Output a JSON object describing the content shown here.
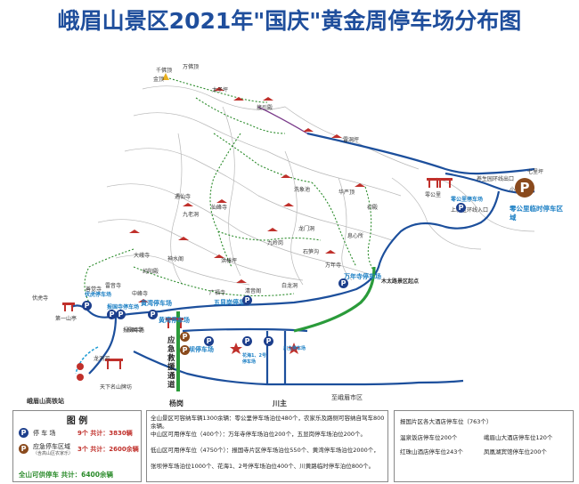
{
  "title": "峨眉山景区2021年\"国庆\"黄金周停车场分布图",
  "map": {
    "peaks": [
      "千佛顶",
      "万佛顶",
      "金顶",
      "太子坪",
      "接引殿",
      "雷洞坪",
      "洗象池",
      "华严顶",
      "息心所",
      "初殿",
      "仙峰寺",
      "遇仙寺",
      "九老洞",
      "洪椿坪",
      "清音阁",
      "万年寺",
      "广福寺",
      "白龙洞",
      "中峰寺",
      "伏虎寺",
      "报国寺",
      "雷音寺",
      "纯阳殿",
      "神水阁",
      "大峨寺",
      "善觉寺",
      "九岭岗",
      "龙门洞",
      "石笋沟"
    ],
    "roads": [
      "第一山亭",
      "龙洞河",
      "养生园环线出口",
      "七里坪",
      "零公里",
      "上新区环线入口",
      "小坪头",
      "报国寺路",
      "天下名山牌坊",
      "至峨眉市区",
      "川主",
      "杨岗",
      "木太路景区起点",
      "峨眉山高铁站"
    ],
    "lots": {
      "fuhu": "伏虎停车场",
      "baoguo": "报国寺停车场",
      "huangwan": "黄湾停车场",
      "wuxian": "五显岗停车场",
      "zhangjiao": "张坝停车场",
      "huahai": "花海1、2号停车场",
      "chuanzhu": "川主停车场",
      "wannian": "万年寺停车场",
      "linggongli": "零公里停车场",
      "linggongli_temp": "零公里临时停车区域",
      "emergency": "应急救援通道"
    }
  },
  "legend": {
    "title": "图 例",
    "items": [
      {
        "label": "停 车 场",
        "count": "9个 共计：3830辆"
      },
      {
        "label": "应急停车区域",
        "sub": "（含高山区农家乐）",
        "count": "3个 共计：2600余辆"
      }
    ],
    "total": "全山可供停车 共计：6400余辆"
  },
  "info": {
    "line1": "全山景区可容纳车辆1300余辆：零公里停车场泊位480个，农家乐及路侧可容纳自驾车800余辆。",
    "line2": "中山区可用停车位（400个）：万年寺停车场泊位200个，五显岗停车场泊位200个。",
    "line3": "低山区可用停车位（4750个）：报国寺片区停车场泊位550个、黄湾停车场泊位2000个，",
    "line4": "张坝停车场泊位1000个、花海1、2号停车场泊位400个、川黄路临时停车泊位800个。"
  },
  "hotels": {
    "title": "报国片区各大酒店停车位（763个）",
    "items": [
      {
        "name": "温泉饭店停车位200个"
      },
      {
        "name": "峨眉山大酒店停车位120个"
      },
      {
        "name": "红珠山酒店停车位243个"
      },
      {
        "name": "凤凰湖宾馆停车位200个"
      }
    ]
  },
  "colors": {
    "title": "#1f4e9c",
    "road": "#1c4f9c",
    "emergency": "#2a9b3a",
    "trail": "#2a8b2a",
    "count": "#c0302b"
  }
}
